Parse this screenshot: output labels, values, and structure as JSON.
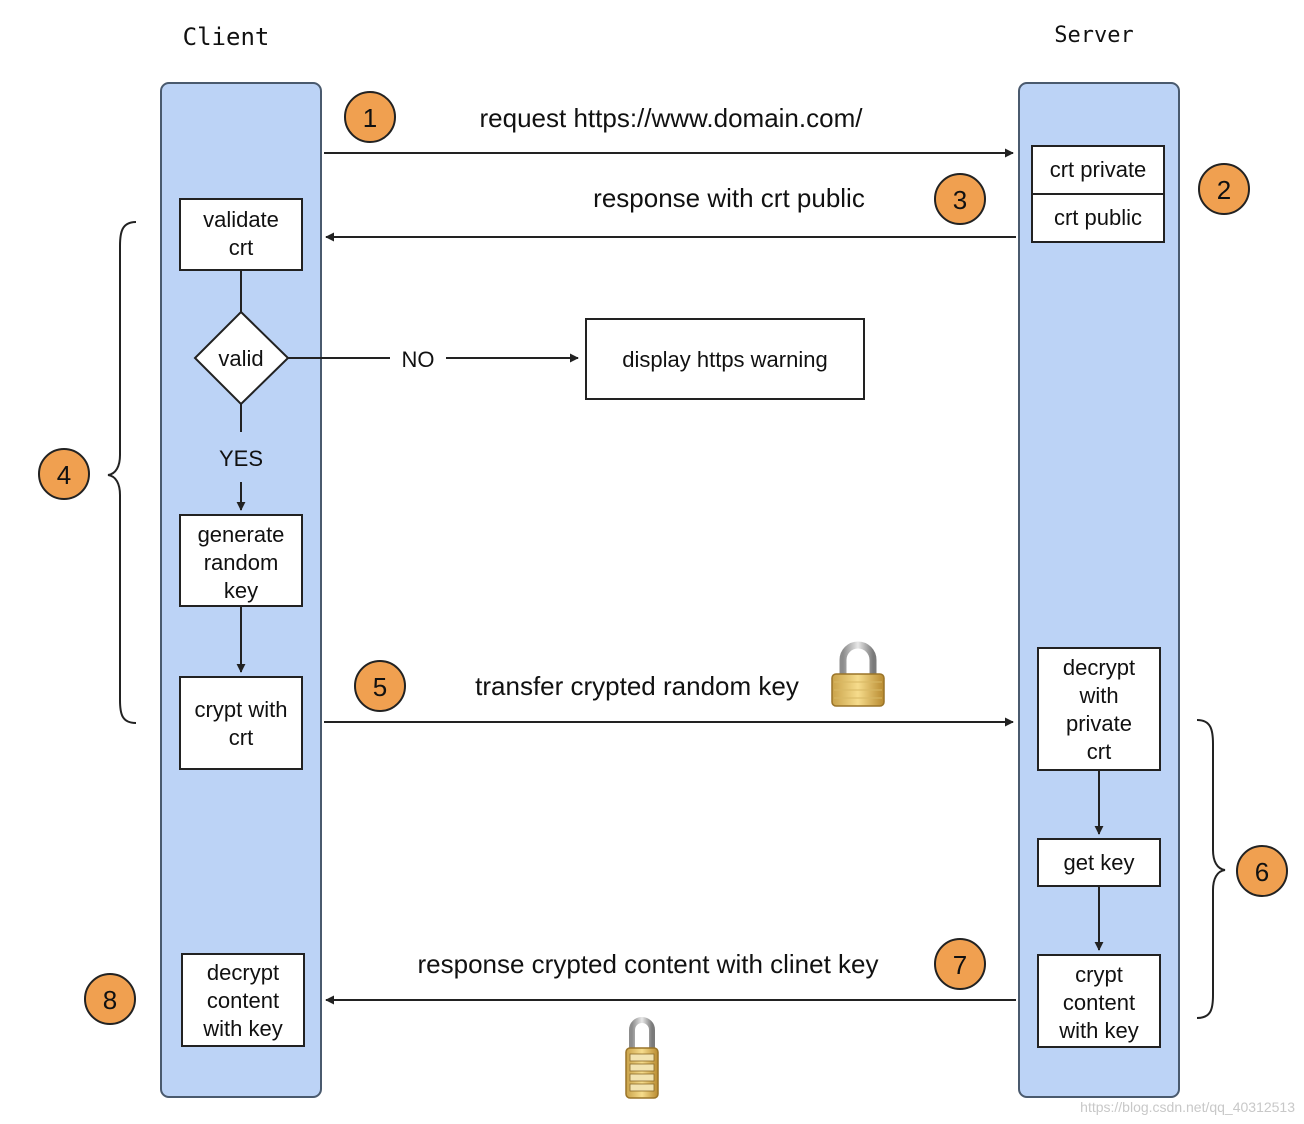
{
  "actors": {
    "client": "Client",
    "server": "Server"
  },
  "messages": {
    "request": "request https://www.domain.com/",
    "response_crt": "response with crt public",
    "transfer_key": "transfer crypted random key",
    "response_content": "response crypted content with clinet key"
  },
  "client_boxes": {
    "validate": [
      "validate",
      "crt"
    ],
    "generate": [
      "generate",
      "random",
      "key"
    ],
    "crypt": [
      "crypt with",
      "crt"
    ],
    "decrypt": [
      "decrypt",
      "content",
      "with key"
    ]
  },
  "decision": {
    "label": "valid",
    "no": "NO",
    "yes": "YES"
  },
  "warning_box": "display https warning",
  "server_boxes": {
    "crt_private": "crt private",
    "crt_public": "crt public",
    "decrypt": [
      "decrypt",
      "with",
      "private",
      "crt"
    ],
    "get_key": "get key",
    "crypt": [
      "crypt",
      "content",
      "with key"
    ]
  },
  "steps": [
    "1",
    "2",
    "3",
    "4",
    "5",
    "6",
    "7",
    "8"
  ],
  "icons": {
    "closed_lock": "padlock-closed-icon",
    "combination_lock": "combination-lock-icon"
  },
  "colors": {
    "lane": "#bcd3f6",
    "step_circle": "#f0a050"
  },
  "watermark": "https://blog.csdn.net/qq_40312513"
}
